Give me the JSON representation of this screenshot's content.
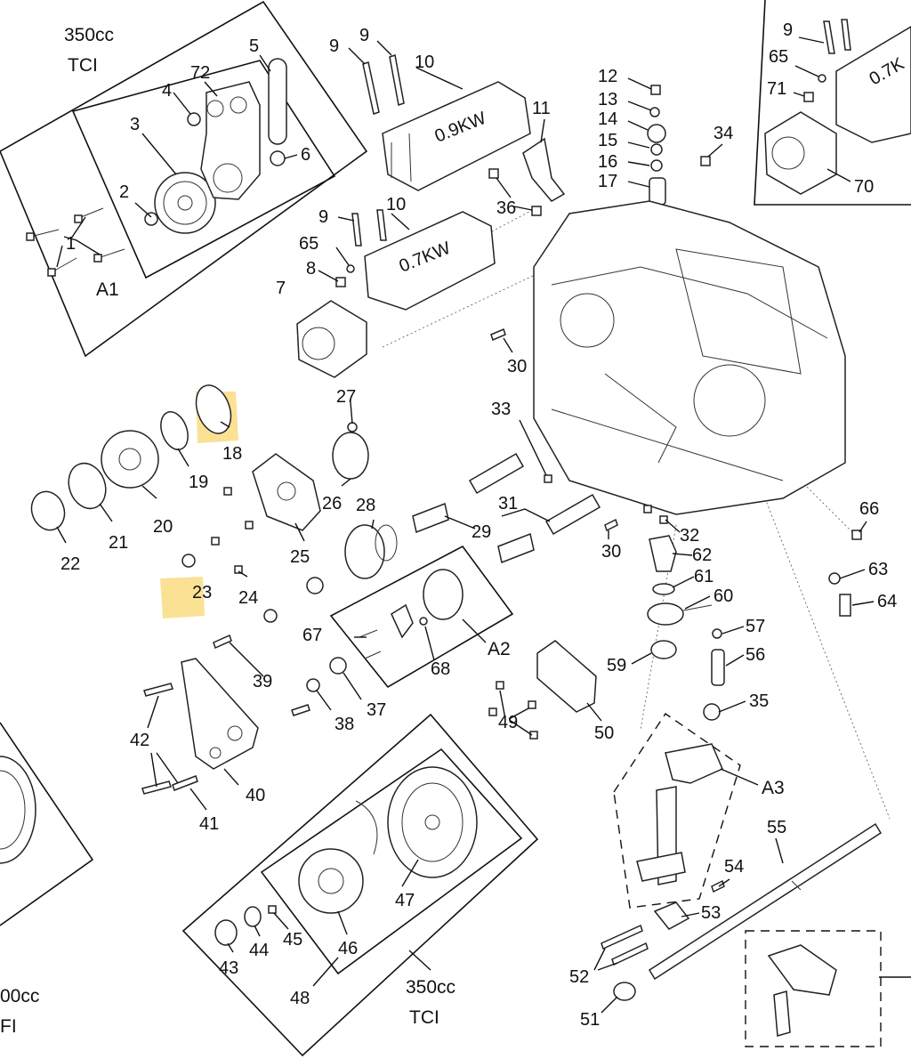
{
  "captions": {
    "a1_engine": "350cc",
    "a1_ignition": "TCI",
    "a1_group": "A1",
    "a2_group": "A2",
    "a3_group": "A3",
    "b48_engine": "350cc",
    "b48_ignition": "TCI",
    "left_engine": "00cc",
    "left_ignition": "FI"
  },
  "motor_ratings": {
    "starter_large": "0.9KW",
    "starter_small": "0.7KW",
    "starter_corner": "0.7K"
  },
  "part_labels": {
    "p1": "1",
    "p2": "2",
    "p3": "3",
    "p4": "4",
    "p5": "5",
    "p6": "6",
    "p72": "72",
    "p9a": "9",
    "p9b": "9",
    "p9c": "9",
    "p9d": "9",
    "p10a": "10",
    "p10b": "10",
    "p11": "11",
    "p12": "12",
    "p13": "13",
    "p14": "14",
    "p15": "15",
    "p16": "16",
    "p17": "17",
    "p34": "34",
    "p36": "36",
    "p65a": "65",
    "p65b": "65",
    "p8": "8",
    "p7": "7",
    "p71": "71",
    "p70": "70",
    "p30a": "30",
    "p30b": "30",
    "p18": "18",
    "p19": "19",
    "p20": "20",
    "p21": "21",
    "p22": "22",
    "p23": "23",
    "p24": "24",
    "p25": "25",
    "p26": "26",
    "p27": "27",
    "p28": "28",
    "p29": "29",
    "p31": "31",
    "p32": "32",
    "p33": "33",
    "p62": "62",
    "p61": "61",
    "p60": "60",
    "p66": "66",
    "p63": "63",
    "p64": "64",
    "p57": "57",
    "p56": "56",
    "p59": "59",
    "p35": "35",
    "p67": "67",
    "p68": "68",
    "p39": "39",
    "p37": "37",
    "p38": "38",
    "p49": "49",
    "p50": "50",
    "p42": "42",
    "p40": "40",
    "p41": "41",
    "p55": "55",
    "p54": "54",
    "p53": "53",
    "p52": "52",
    "p51": "51",
    "p47": "47",
    "p46": "46",
    "p45": "45",
    "p44": "44",
    "p43": "43",
    "p48": "48"
  },
  "highlighted_parts": [
    "18",
    "23"
  ],
  "colors": {
    "line": "#111111",
    "highlight": "#f9d770",
    "background": "#ffffff"
  }
}
